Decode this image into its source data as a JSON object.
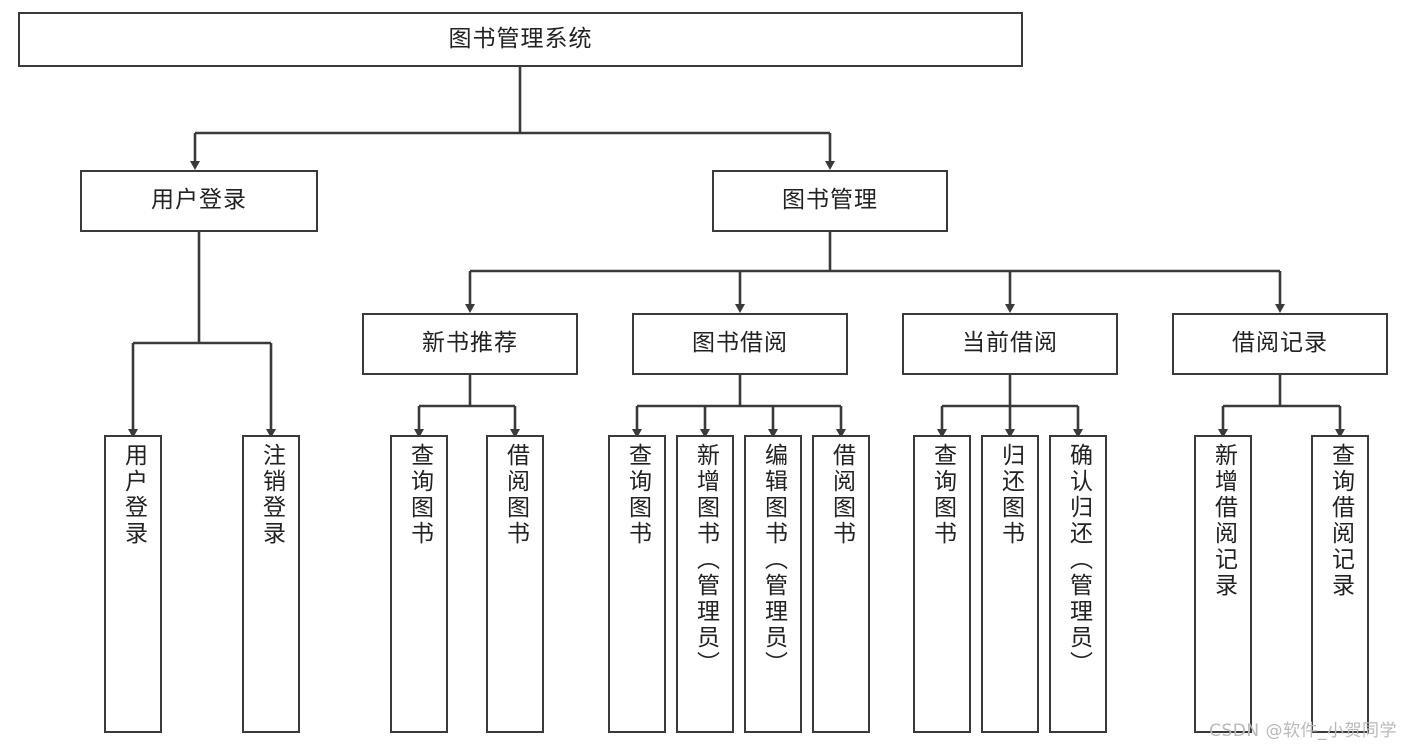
{
  "diagram": {
    "title": "图书管理系统",
    "type": "tree-hierarchy-chart",
    "watermark": "CSDN @软件_小贺同学",
    "colors": {
      "node_border": "#3a3a3a",
      "node_fill": "#ffffff",
      "edge": "#3a3a3a",
      "text": "#222222",
      "watermark": "#b9b9b9",
      "background": "#ffffff"
    },
    "nodes": {
      "root": {
        "label": "图书管理系统"
      },
      "level1": [
        {
          "label": "用户登录"
        },
        {
          "label": "图书管理"
        }
      ],
      "level2": [
        {
          "label": "新书推荐"
        },
        {
          "label": "图书借阅"
        },
        {
          "label": "当前借阅"
        },
        {
          "label": "借阅记录"
        }
      ],
      "leaves": {
        "user_login": [
          {
            "label": "用户登录"
          },
          {
            "label": "注销登录"
          }
        ],
        "new_book_recommend": [
          {
            "label": "查询图书"
          },
          {
            "label": "借阅图书"
          }
        ],
        "book_borrow": [
          {
            "label": "查询图书"
          },
          {
            "label": "新增图书（管理员）"
          },
          {
            "label": "编辑图书（管理员）"
          },
          {
            "label": "借阅图书"
          }
        ],
        "current_borrow": [
          {
            "label": "查询图书"
          },
          {
            "label": "归还图书"
          },
          {
            "label": "确认归还（管理员）"
          }
        ],
        "borrow_record": [
          {
            "label": "新增借阅记录"
          },
          {
            "label": "查询借阅记录"
          }
        ]
      }
    }
  }
}
